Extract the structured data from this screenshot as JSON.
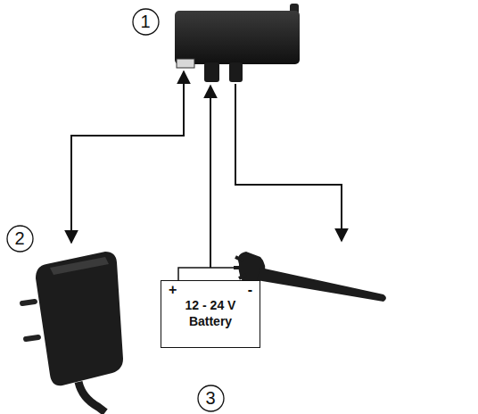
{
  "diagram": {
    "nodes": [
      {
        "text": [
          "1"
        ]
      },
      {
        "text": [
          "2"
        ]
      },
      {
        "text": [
          "+",
          "-",
          "12 - 24 V",
          "Battery"
        ]
      },
      {
        "text": [
          "3"
        ]
      }
    ]
  }
}
